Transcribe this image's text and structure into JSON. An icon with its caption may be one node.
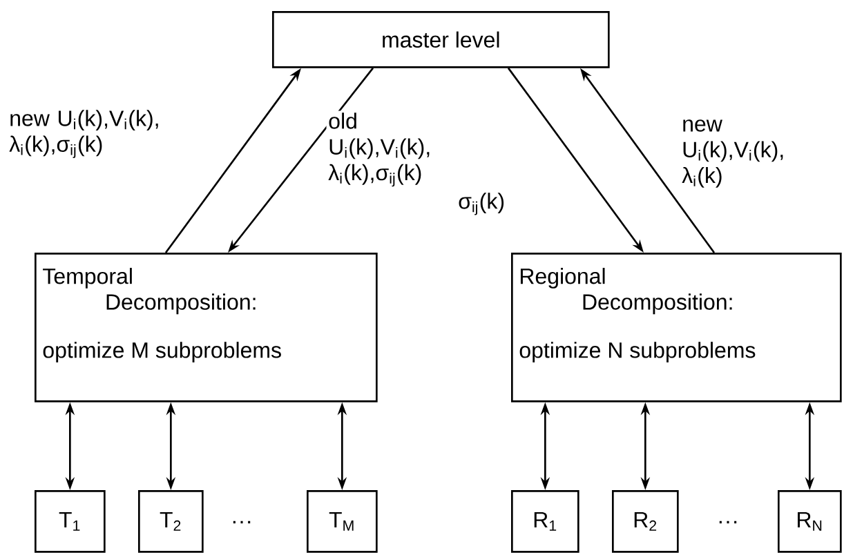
{
  "diagram": {
    "nodes": [
      {
        "text": [
          "master level"
        ]
      },
      {
        "text": [
          "Temporal Decomposition:",
          "optimize M subproblems"
        ]
      },
      {
        "text": [
          "Regional Decomposition:",
          "optimize N subproblems"
        ]
      },
      {
        "text": [
          "T$_{1}$"
        ]
      },
      {
        "text": [
          "T$_{2}$"
        ]
      },
      {
        "text": [
          "T$_{M}$"
        ]
      },
      {
        "text": [
          "R$_{1}$"
        ]
      },
      {
        "text": [
          "R$_{2}$"
        ]
      },
      {
        "text": [
          "R$_{N}$"
        ]
      }
    ],
    "edges": [
      {
        "from": 1,
        "to": 0,
        "arrow": "to",
        "label": "new U$_{i}$(k),V$_{i}$(k), λ$_{i}$(k),σ$_{ij}$(k)"
      },
      {
        "from": 0,
        "to": 1,
        "arrow": "to",
        "label": "old U$_{i}$(k),V$_{i}$(k), λ$_{i}$(k),σ$_{ij}$(k)"
      },
      {
        "from": 0,
        "to": 2,
        "arrow": "to",
        "label": "σ$_{ij}$(k)"
      },
      {
        "from": 2,
        "to": 0,
        "arrow": "to",
        "label": "new U$_{i}$(k),V$_{i}$(k), λ$_{i}$(k)"
      },
      {
        "from": 1,
        "to": 3,
        "arrow": "both"
      },
      {
        "from": 1,
        "to": 4,
        "arrow": "both"
      },
      {
        "from": 1,
        "to": 5,
        "arrow": "both"
      },
      {
        "from": 2,
        "to": 6,
        "arrow": "both"
      },
      {
        "from": 2,
        "to": 7,
        "arrow": "both"
      },
      {
        "from": 2,
        "to": 8,
        "arrow": "both"
      }
    ],
    "labels": [
      "···",
      "···"
    ]
  }
}
